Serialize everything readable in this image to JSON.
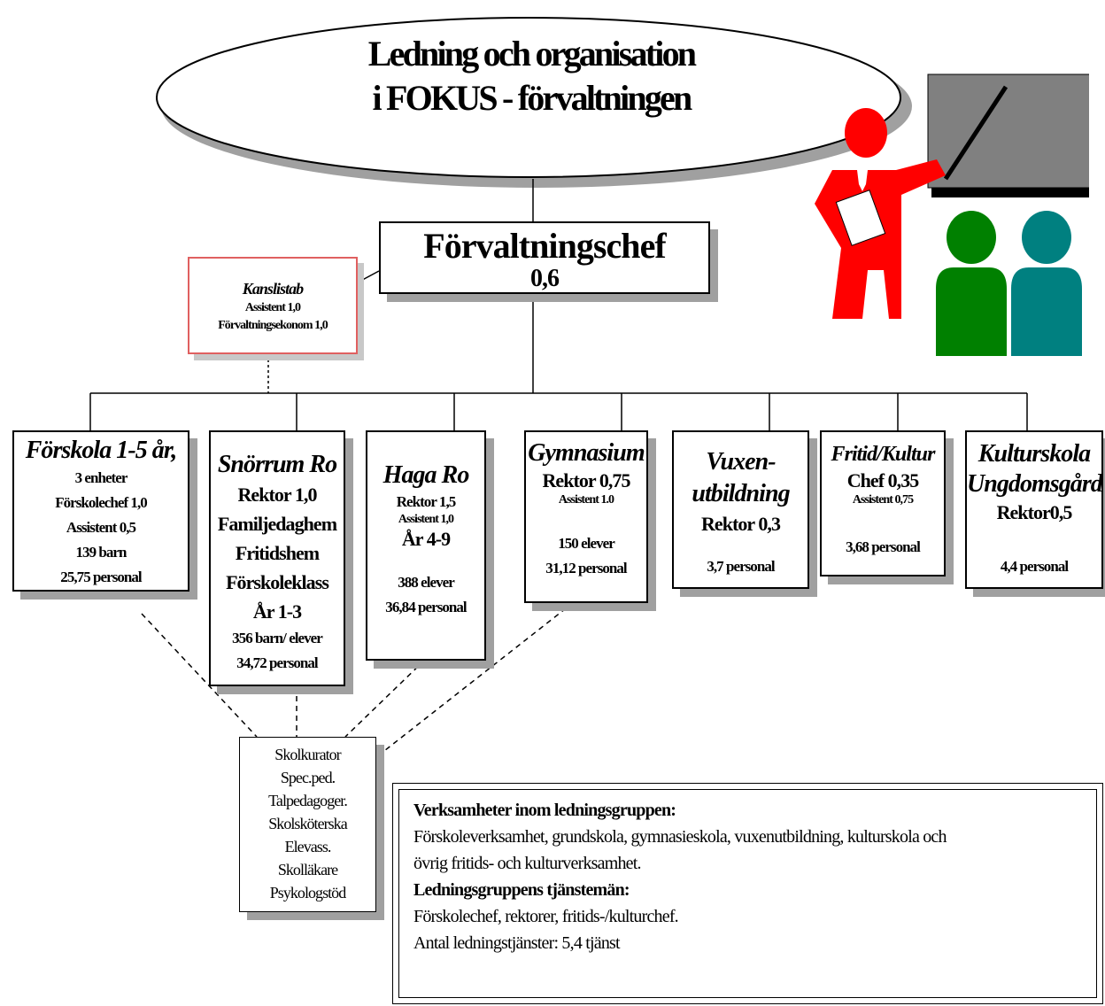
{
  "title": {
    "line1": "Ledning och organisation",
    "line2": "i  FOKUS - förvaltningen"
  },
  "chief": {
    "title": "Förvaltningschef",
    "value": "0,6"
  },
  "kanslistab": {
    "title": "Kanslistab",
    "line1": "Assistent 1,0",
    "line2": "Förvaltningsekonom 1,0"
  },
  "units": {
    "forskola": {
      "title": "Förskola 1-5 år,",
      "lines": [
        "3 enheter",
        "Förskolechef 1,0",
        "Assistent 0,5",
        "139 barn",
        "25,75 personal"
      ]
    },
    "snorrum": {
      "title": "Snörrum Ro",
      "lines": [
        "Rektor 1,0",
        "Familjedaghem",
        "Fritidshem",
        "Förskoleklass",
        "År 1-3",
        "356 barn/ elever",
        "34,72 personal"
      ]
    },
    "haga": {
      "title": "Haga Ro",
      "lines": [
        "Rektor 1,5",
        "Assistent 1,0",
        "År 4-9",
        "388  elever",
        "36,84 personal"
      ]
    },
    "gymnasium": {
      "title": "Gymnasium",
      "lines": [
        "Rektor 0,75",
        "Assistent 1.0",
        "150 elever",
        "31,12 personal"
      ]
    },
    "vuxen": {
      "title1": "Vuxen-",
      "title2": "utbildning",
      "lines": [
        "Rektor 0,3",
        "3,7 personal"
      ]
    },
    "fritid": {
      "title": "Fritid/Kultur",
      "lines": [
        "Chef  0,35",
        "Assistent 0,75",
        "3,68 personal"
      ]
    },
    "kulturskola": {
      "title1": "Kulturskola",
      "title2": "Ungdomsgård",
      "lines": [
        "Rektor0,5",
        "4,4 personal"
      ]
    }
  },
  "support": {
    "items": [
      "Skolkurator",
      "Spec.ped.",
      "Talpedagoger.",
      "Skolsköterska",
      "Elevass.",
      "Skolläkare",
      "Psykologstöd"
    ]
  },
  "info": {
    "heading1": "Verksamheter inom ledningsgruppen:",
    "text1": "Förskoleverksamhet, grundskola, gymnasieskola, vuxenutbildning, kulturskola och",
    "text2": "övrig fritids-  och kulturverksamhet.",
    "heading2": "Ledningsgruppens tjänstemän:",
    "text3": "Förskolechef,  rektorer, fritids-/kulturchef.",
    "text4": "Antal ledningstjänster: 5,4 tjänst"
  },
  "colors": {
    "presenter": "#ff0000",
    "person_green": "#008000",
    "person_teal": "#008080",
    "board": "#808080",
    "shadow": "#a0a0a0",
    "kanslistab_border": "#e06060"
  },
  "icons": [
    "presenter-clipart",
    "person-green-icon",
    "person-teal-icon"
  ]
}
